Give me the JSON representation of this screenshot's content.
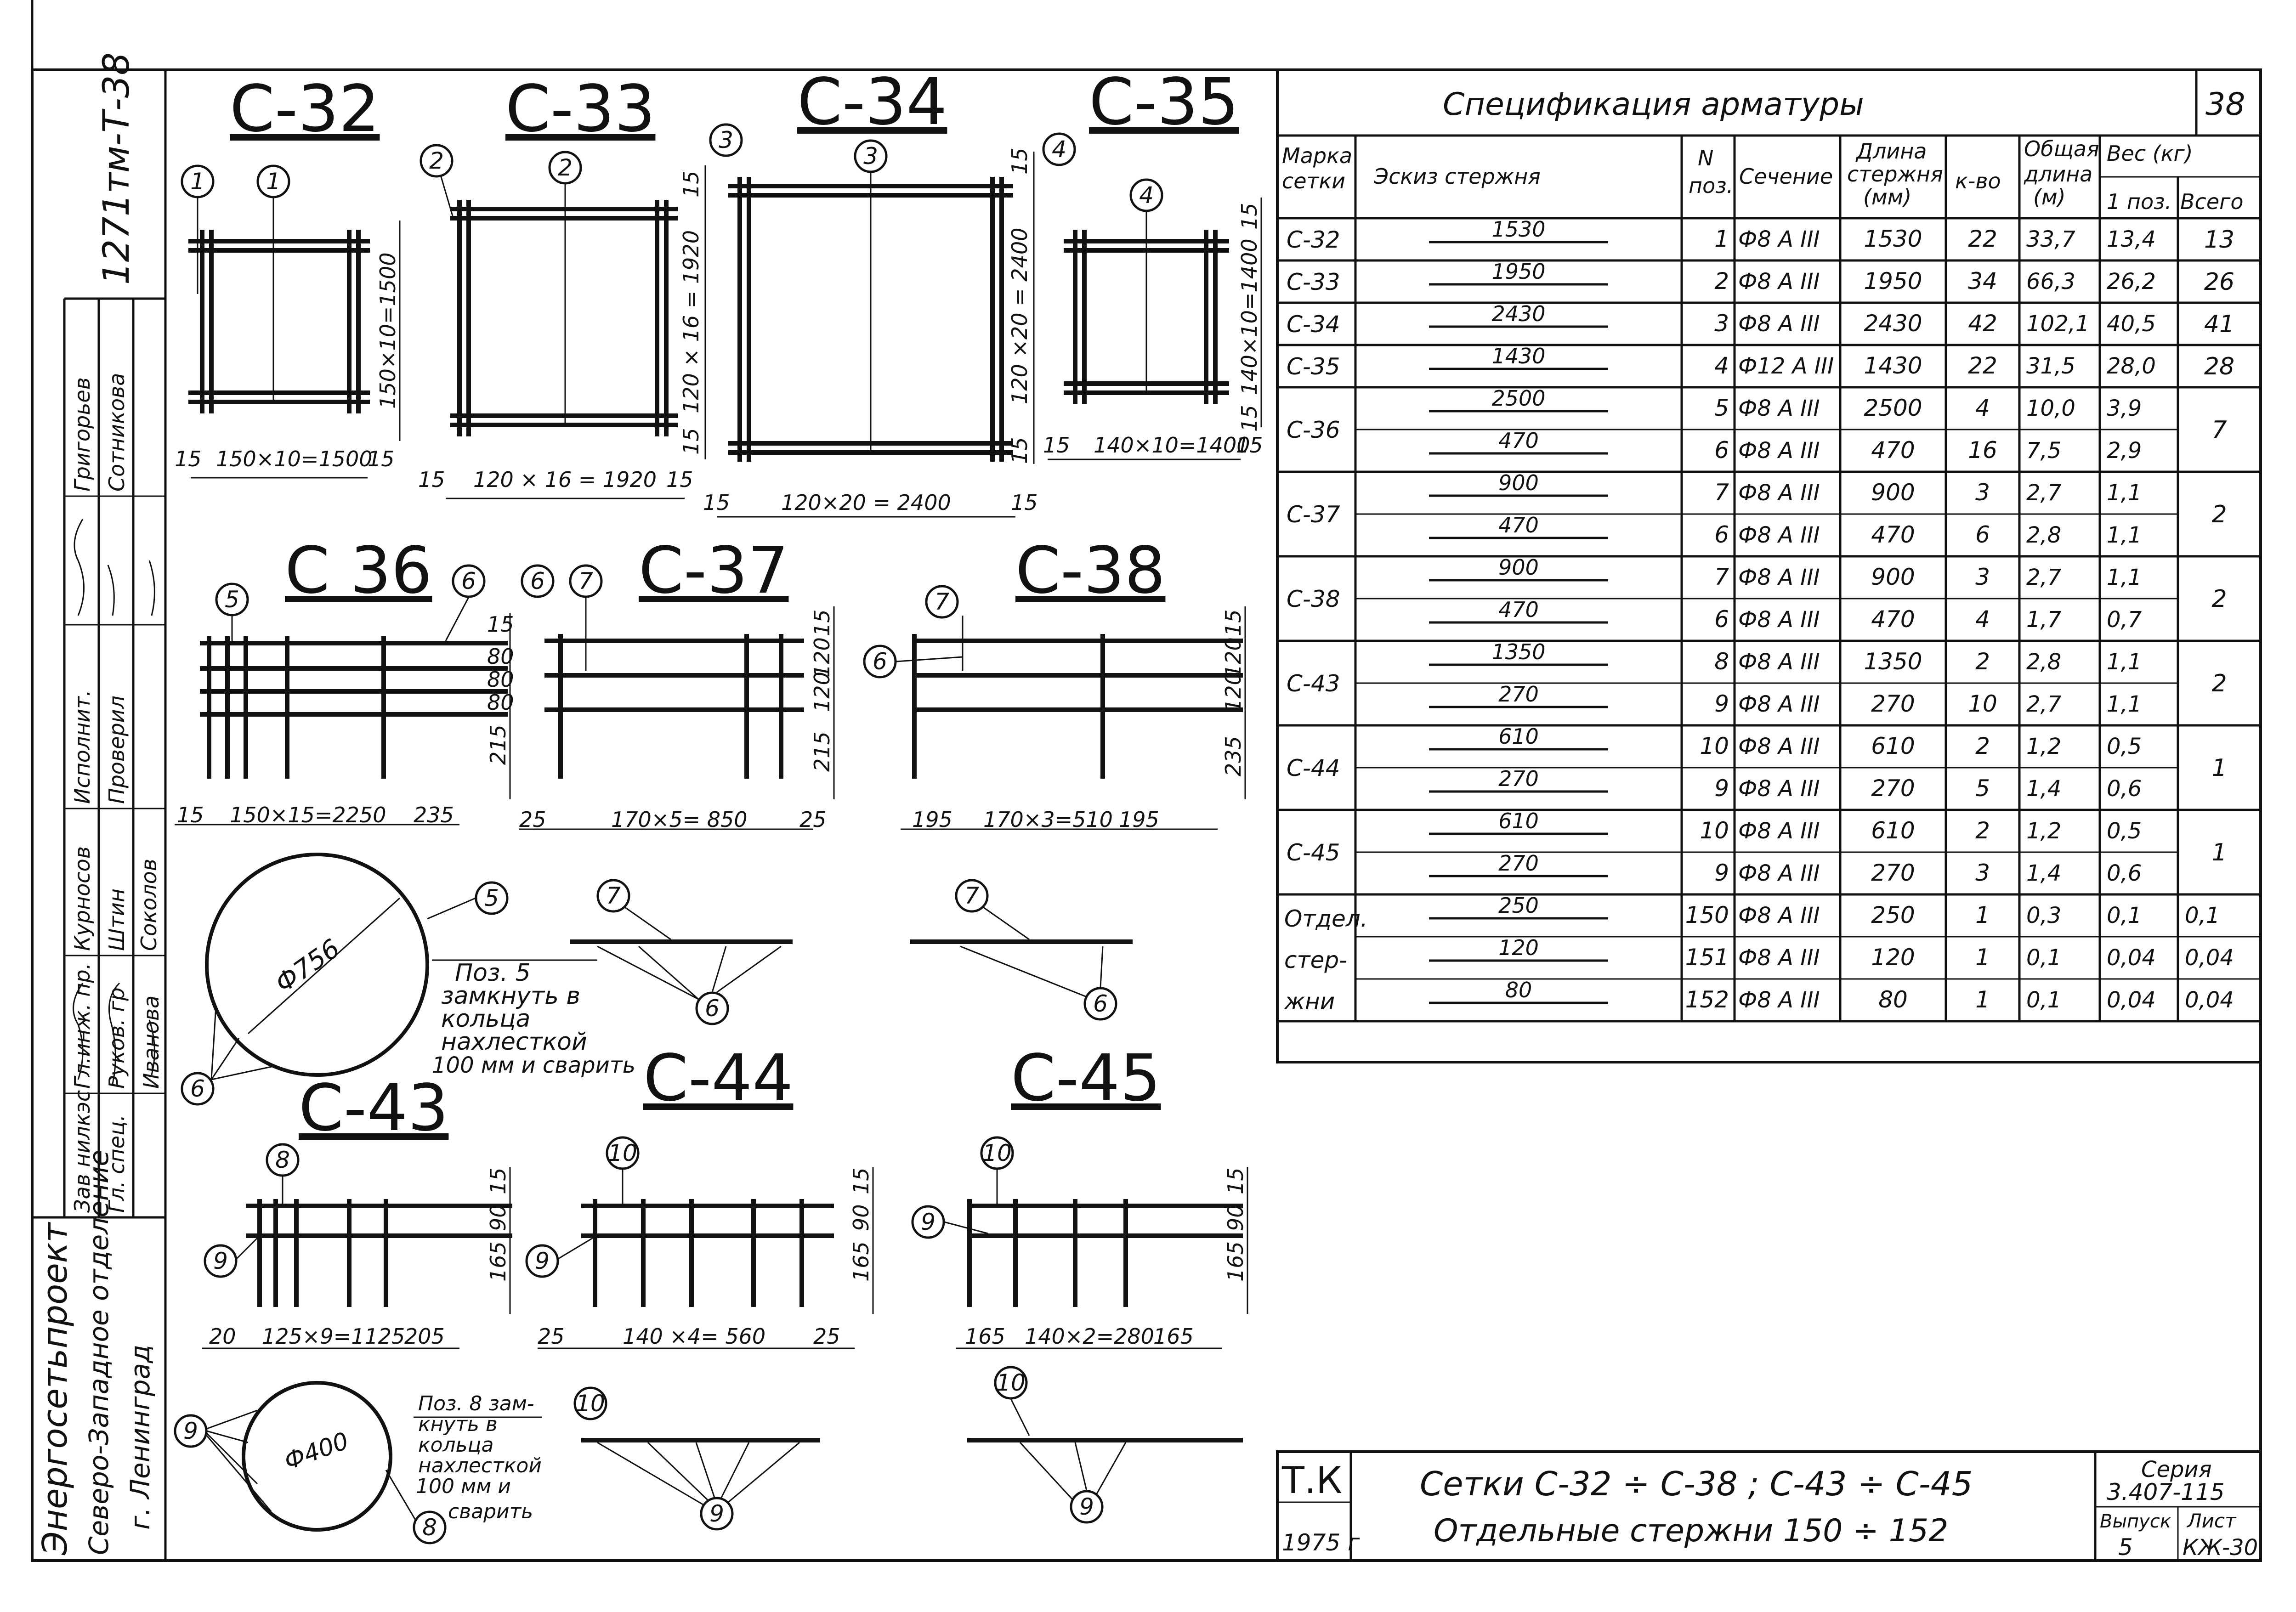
{
  "sheet_number": "38",
  "archive_code": "1271тм-Т-38",
  "org": {
    "name": "Энергосетьпроект",
    "branch": "Северо-Западное отделение",
    "city": "г. Ленинград"
  },
  "stamp_rows": [
    {
      "role": "Зав нилкэс",
      "name": ""
    },
    {
      "role": "Гл. спец.",
      "name": ""
    },
    {
      "role": "Гл.инж. пр.",
      "name": "Штин"
    },
    {
      "role": "Руков. гр",
      "name": "Соколов"
    },
    {
      "role": "Исполнит.",
      "name": "Курносов"
    },
    {
      "role": "Проверил",
      "name": "Иванова"
    },
    {
      "role": "",
      "name": "Григорьев"
    },
    {
      "role": "",
      "name": "Сотникова"
    }
  ],
  "meshes": {
    "c32": {
      "title": "С-32",
      "bubble": "1",
      "dim_h": "150×10=1500",
      "dim_v": "150×10=1500",
      "edge": "15"
    },
    "c33": {
      "title": "С-33",
      "bubble": "2",
      "dim_h": "120 × 16 = 1920",
      "dim_v": "120 × 16 = 1920",
      "edge": "15"
    },
    "c34": {
      "title": "С-34",
      "bubble": "3",
      "dim_h": "120×20 = 2400",
      "dim_v": "120 ×20 = 2400",
      "edge": "15"
    },
    "c35": {
      "title": "С-35",
      "bubble": "4",
      "dim_h": "140×10=1400",
      "dim_v": "140×10=1400",
      "edge": "15"
    },
    "c36": {
      "title": "С 36",
      "bubble_a": "5",
      "bubble_b": "6",
      "dim_h": "150×15=2250",
      "edge_l": "15",
      "edge_r": "235",
      "dim_v1": "80",
      "dim_v2": "80",
      "dim_v3": "80",
      "dim_v4": "15",
      "dim_vb": "215"
    },
    "c37": {
      "title": "С-37",
      "bubble_a": "6",
      "bubble_b": "7",
      "dim_h": "170×5= 850",
      "edge_l": "25",
      "edge_r": "25",
      "dim_v1": "15",
      "dim_v2": "120",
      "dim_v3": "120",
      "dim_vb": "215"
    },
    "c38": {
      "title": "С-38",
      "bubble_a": "7",
      "bubble_b": "6",
      "dim_h": "170×3=510",
      "edge_l": "195",
      "edge_r": "195",
      "dim_v1": "15",
      "dim_v2": "120",
      "dim_v3": "120",
      "dim_vb": "235"
    },
    "c43": {
      "title": "С-43",
      "bubble_a": "8",
      "bubble_b": "9",
      "dim_h": "125×9=1125",
      "edge_l": "20",
      "edge_r": "205",
      "dim_v1": "15",
      "dim_v2": "90",
      "dim_vb": "165"
    },
    "c44": {
      "title": "С-44",
      "bubble_a": "10",
      "bubble_b": "9",
      "dim_h": "140 ×4= 560",
      "edge_l": "25",
      "edge_r": "25",
      "dim_v1": "15",
      "dim_v2": "90",
      "dim_vb": "165"
    },
    "c45": {
      "title": "С-45",
      "bubble_a": "10",
      "bubble_b": "9",
      "dim_h": "140×2=280",
      "edge_l": "165",
      "edge_r": "165",
      "dim_v1": "15",
      "dim_v2": "90",
      "dim_vb": "165"
    }
  },
  "ring1": {
    "diameter": "Ф756",
    "b_bar": "5",
    "b_ring": "6",
    "b_top": "7",
    "b_bot": "6",
    "b_top2": "7",
    "b_bot2": "6",
    "note": [
      "Поз. 5",
      "замкнуть в",
      "кольца",
      "нахлесткой",
      "100 мм и сварить"
    ]
  },
  "ring2": {
    "diameter": "Ф400",
    "b_bar": "9",
    "b_ring": "8",
    "b_top": "10",
    "b_bot": "9",
    "b_top2": "10",
    "b_bot2": "9",
    "note": [
      "Поз. 8 зам-",
      "кнуть в",
      "кольца",
      "нахлесткой",
      "100 мм и",
      "сварить"
    ]
  },
  "spec": {
    "title": "Спецификация арматуры",
    "headers": {
      "mark": [
        "Марка",
        "сетки"
      ],
      "sketch": "Эскиз стержня",
      "pos": [
        "N",
        "поз."
      ],
      "section": "Сечение",
      "length": [
        "Длина",
        "стержня",
        "(мм)"
      ],
      "qty": "к-во",
      "total_len": [
        "Общая",
        "длина",
        "(м)"
      ],
      "weight": "Вес (кг)",
      "w_one": "1 поз.",
      "w_all": "Всего"
    },
    "groups": [
      {
        "mark": "С-32",
        "total": "13",
        "rows": [
          {
            "sketch": "1530",
            "pos": "1",
            "sec": "Ф8 A III",
            "len": "1530",
            "qty": "22",
            "tlen": "33,7",
            "w": "13,4"
          }
        ]
      },
      {
        "mark": "С-33",
        "total": "26",
        "rows": [
          {
            "sketch": "1950",
            "pos": "2",
            "sec": "Ф8 A III",
            "len": "1950",
            "qty": "34",
            "tlen": "66,3",
            "w": "26,2"
          }
        ]
      },
      {
        "mark": "С-34",
        "total": "41",
        "rows": [
          {
            "sketch": "2430",
            "pos": "3",
            "sec": "Ф8 A III",
            "len": "2430",
            "qty": "42",
            "tlen": "102,1",
            "w": "40,5"
          }
        ]
      },
      {
        "mark": "С-35",
        "total": "28",
        "rows": [
          {
            "sketch": "1430",
            "pos": "4",
            "sec": "Ф12 A III",
            "len": "1430",
            "qty": "22",
            "tlen": "31,5",
            "w": "28,0"
          }
        ]
      },
      {
        "mark": "С-36",
        "total": "7",
        "rows": [
          {
            "sketch": "2500",
            "pos": "5",
            "sec": "Ф8 A III",
            "len": "2500",
            "qty": "4",
            "tlen": "10,0",
            "w": "3,9"
          },
          {
            "sketch": "470",
            "pos": "6",
            "sec": "Ф8 A III",
            "len": "470",
            "qty": "16",
            "tlen": "7,5",
            "w": "2,9"
          }
        ]
      },
      {
        "mark": "С-37",
        "total": "2",
        "rows": [
          {
            "sketch": "900",
            "pos": "7",
            "sec": "Ф8 A III",
            "len": "900",
            "qty": "3",
            "tlen": "2,7",
            "w": "1,1"
          },
          {
            "sketch": "470",
            "pos": "6",
            "sec": "Ф8 A III",
            "len": "470",
            "qty": "6",
            "tlen": "2,8",
            "w": "1,1"
          }
        ]
      },
      {
        "mark": "С-38",
        "total": "2",
        "rows": [
          {
            "sketch": "900",
            "pos": "7",
            "sec": "Ф8 A III",
            "len": "900",
            "qty": "3",
            "tlen": "2,7",
            "w": "1,1"
          },
          {
            "sketch": "470",
            "pos": "6",
            "sec": "Ф8 A III",
            "len": "470",
            "qty": "4",
            "tlen": "1,7",
            "w": "0,7"
          }
        ]
      },
      {
        "mark": "С-43",
        "total": "2",
        "rows": [
          {
            "sketch": "1350",
            "pos": "8",
            "sec": "Ф8 A III",
            "len": "1350",
            "qty": "2",
            "tlen": "2,8",
            "w": "1,1"
          },
          {
            "sketch": "270",
            "pos": "9",
            "sec": "Ф8 A III",
            "len": "270",
            "qty": "10",
            "tlen": "2,7",
            "w": "1,1"
          }
        ]
      },
      {
        "mark": "С-44",
        "total": "1",
        "rows": [
          {
            "sketch": "610",
            "pos": "10",
            "sec": "Ф8 A III",
            "len": "610",
            "qty": "2",
            "tlen": "1,2",
            "w": "0,5"
          },
          {
            "sketch": "270",
            "pos": "9",
            "sec": "Ф8 A III",
            "len": "270",
            "qty": "5",
            "tlen": "1,4",
            "w": "0,6"
          }
        ]
      },
      {
        "mark": "С-45",
        "total": "1",
        "rows": [
          {
            "sketch": "610",
            "pos": "10",
            "sec": "Ф8 A III",
            "len": "610",
            "qty": "2",
            "tlen": "1,2",
            "w": "0,5"
          },
          {
            "sketch": "270",
            "pos": "9",
            "sec": "Ф8 A III",
            "len": "270",
            "qty": "3",
            "tlen": "1,4",
            "w": "0,6"
          }
        ]
      }
    ],
    "separate": {
      "mark": [
        "Отдел.",
        "стер-",
        "жни"
      ],
      "rows": [
        {
          "sketch": "250",
          "pos": "150",
          "sec": "Ф8 A III",
          "len": "250",
          "qty": "1",
          "tlen": "0,3",
          "w": "0,1",
          "total": "0,1"
        },
        {
          "sketch": "120",
          "pos": "151",
          "sec": "Ф8 A III",
          "len": "120",
          "qty": "1",
          "tlen": "0,1",
          "w": "0,04",
          "total": "0,04"
        },
        {
          "sketch": "80",
          "pos": "152",
          "sec": "Ф8 A III",
          "len": "80",
          "qty": "1",
          "tlen": "0,1",
          "w": "0,04",
          "total": "0,04"
        }
      ]
    }
  },
  "title_block": {
    "code": "Т.К",
    "year": "1975 г",
    "line1": "Сетки  С-32 ÷ С-38 ;  С-43 ÷ С-45",
    "line2": "Отдельные  стержни  150 ÷ 152",
    "series_label": "Серия",
    "series": "3.407-115",
    "issue_label": "Выпуск",
    "issue": "5",
    "sheet_label": "Лист",
    "sheet": "КЖ-30"
  }
}
